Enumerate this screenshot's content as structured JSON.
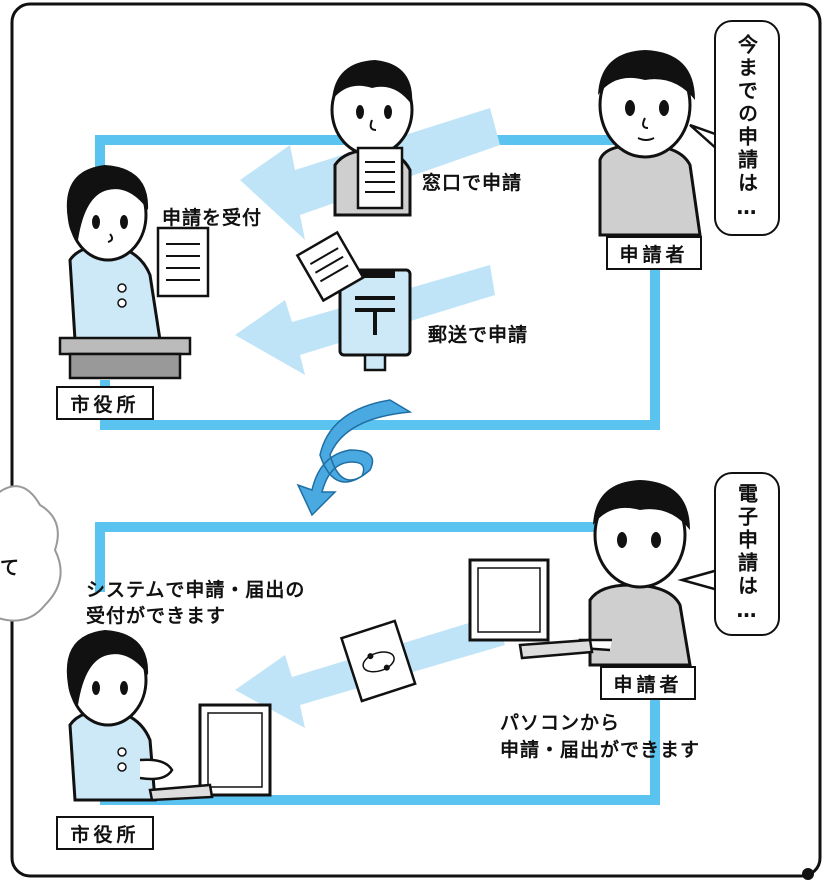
{
  "top": {
    "speech": "今までの申請は…",
    "window_label": "窓口で申請",
    "receive_label": "申請を受付",
    "mail_label": "郵送で申請",
    "applicant_box": "申請者",
    "office_box": "市役所"
  },
  "bottom": {
    "speech": "電子申請は…",
    "system_label_line1": "システムで申請・届出の",
    "system_label_line2": "受付ができます",
    "pc_label_line1": "パソコンから",
    "pc_label_line2": "申請・届出ができます",
    "applicant_box": "申請者",
    "office_box": "市役所"
  },
  "side_cloud_text": "て",
  "colors": {
    "loop_blue": "#5bc3ef",
    "arrow_light": "#bfe4f8",
    "clothes_blue": "#cde8f7",
    "curve_arrow": "#4aa9e0",
    "gray_clothes": "#cfcfcf"
  }
}
